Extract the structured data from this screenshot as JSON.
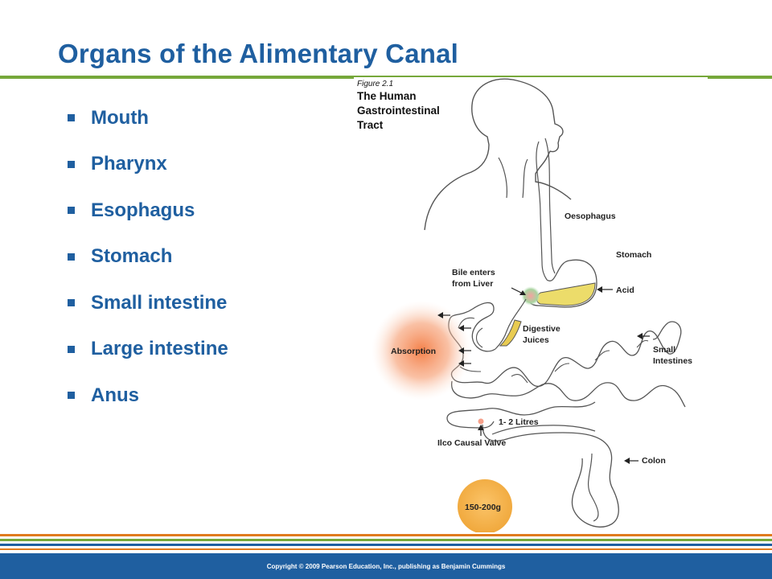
{
  "slide": {
    "title": "Organs of the Alimentary Canal",
    "bullets": [
      "Mouth",
      "Pharynx",
      "Esophagus",
      "Stomach",
      "Small intestine",
      "Large intestine",
      "Anus"
    ]
  },
  "figure": {
    "number": "Figure 2.1",
    "title_lines": [
      "The Human",
      "Gastrointestinal",
      "Tract"
    ],
    "labels": {
      "oesophagus": "Oesophagus",
      "stomach": "Stomach",
      "bile_1": "Bile enters",
      "bile_2": "from Liver",
      "acid": "Acid",
      "digestive_1": "Digestive",
      "digestive_2": "Juices",
      "absorption": "Absorption",
      "small_1": "Small",
      "small_2": "Intestines",
      "litres": "1- 2 Litres",
      "valve": "Ilco Causal Valve",
      "colon": "Colon",
      "mass": "150-200g"
    }
  },
  "footer": {
    "copyright": "Copyright © 2009 Pearson Education, Inc., publishing as Benjamin Cummings"
  },
  "colors": {
    "title_blue": "#1f5fa0",
    "rule_green": "#76a83a",
    "stripe_orange": "#e07b1e",
    "stripe_green": "#76a83a",
    "stripe_blue": "#1f5fa0"
  }
}
